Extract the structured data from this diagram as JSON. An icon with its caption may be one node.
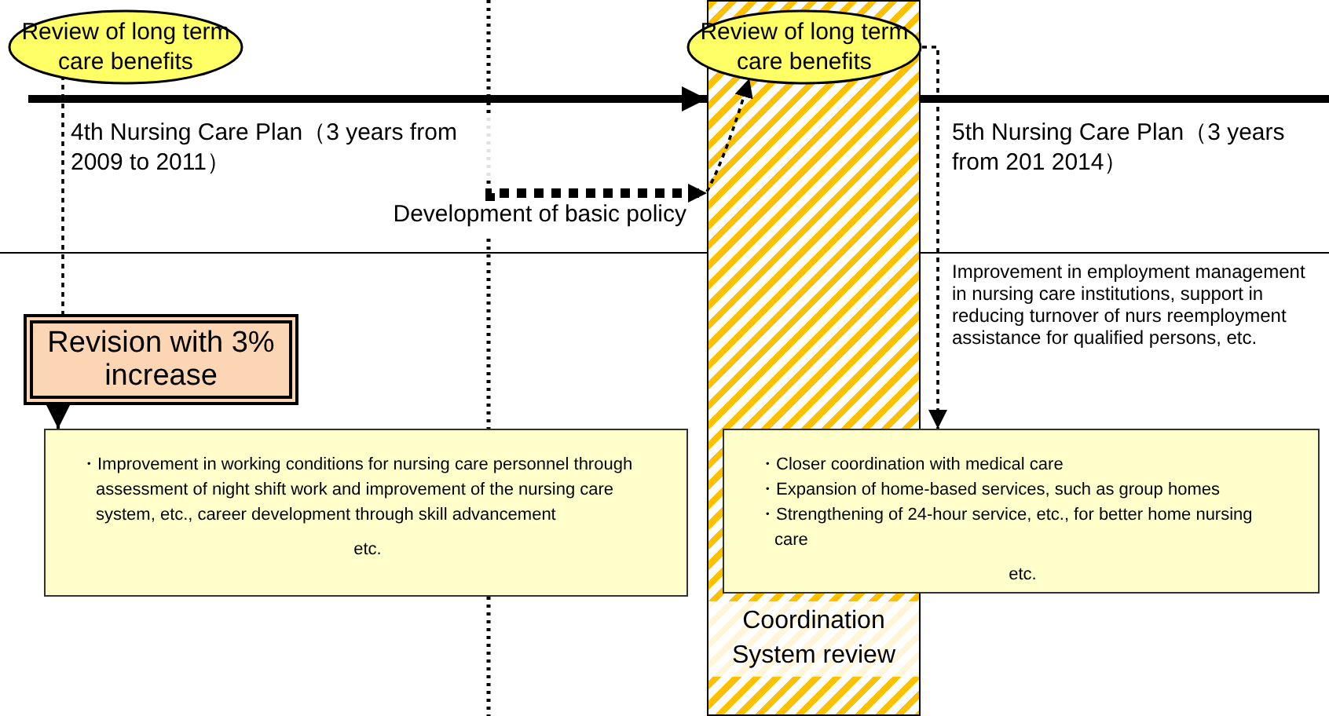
{
  "diagram": {
    "nodes": [
      {
        "text": [
          "Review of long term care benefits"
        ]
      },
      {
        "text": [
          "Review of long term care benefits"
        ]
      },
      {
        "text": [
          "Development of basic policy"
        ]
      },
      {
        "text": [
          "Revision with 3% increase"
        ]
      },
      {
        "text": [
          "・Improvement in working conditions for nursing care personnel through assessment of night shift work and improvement of the nursing care system, etc., career development through skill advancement",
          "etc."
        ]
      },
      {
        "text": [
          "Coordination System review"
        ]
      },
      {
        "text": [
          "・Closer coordination with medical care",
          "・Expansion of home-based services, such as group homes",
          "・Strengthening of 24-hour service, etc., for better home nursing care",
          "etc."
        ]
      }
    ],
    "edges": [
      {
        "from": 0,
        "to": 3,
        "arrow": "none",
        "style": "dashed"
      },
      {
        "from": 2,
        "to": 5,
        "arrow": "to",
        "style": "dashed"
      },
      {
        "from": 5,
        "to": 1,
        "arrow": "to",
        "style": "dashed"
      },
      {
        "from": 1,
        "to": 6,
        "arrow": "to",
        "style": "dashed"
      },
      {
        "from": 3,
        "to": 4,
        "arrow": "to"
      },
      {
        "from": null,
        "to": 5,
        "arrow": "to",
        "style": "thick"
      },
      {
        "from": 5,
        "to": null,
        "arrow": "none",
        "style": "thick"
      }
    ],
    "labels": [
      "4th Nursing Care Plan（3 years from 2009 to 2011）",
      "5th Nursing Care Plan（3 years from 201 2014）",
      "Improvement in employment management in nursing care institutions, support in reducing turnover of nurs reemployment assistance for qualified persons, etc."
    ]
  }
}
